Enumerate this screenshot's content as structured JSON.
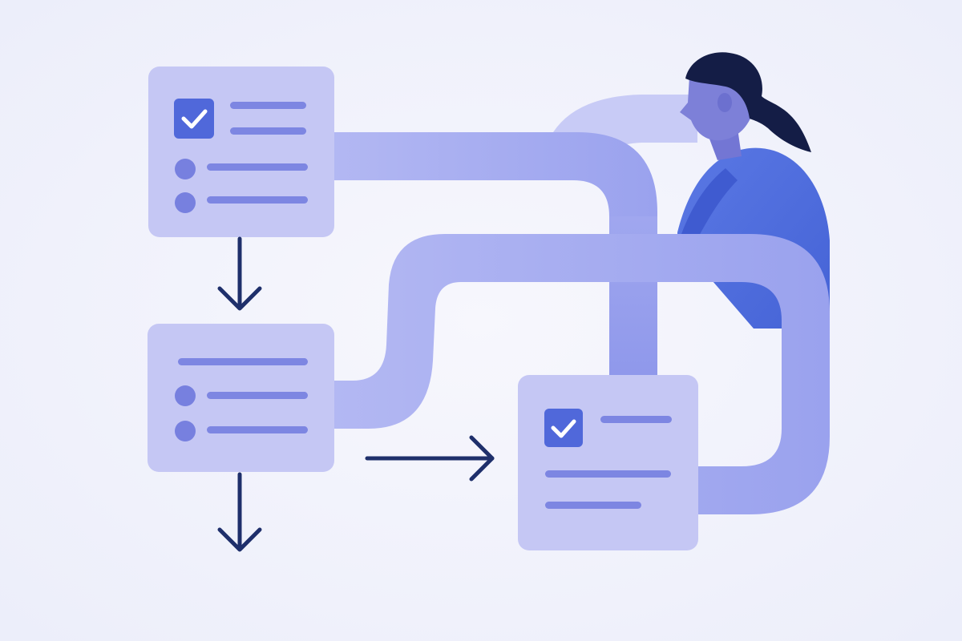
{
  "colors": {
    "background": "#f1f2fb",
    "card": "#c5c7f4",
    "line": "#7d86e2",
    "dot": "#7780df",
    "checkbox": "#5068da",
    "check": "#ffffff",
    "arrow": "#1e2f6b",
    "pipe": "#a3aaf0",
    "pipe_light": "#bdc2f5",
    "person_shirt": "#4f6fe0",
    "person_skin": "#7d80d8",
    "person_hair": "#141d46"
  },
  "icons": {
    "checkbox": "check-icon",
    "arrow": "arrow-icon"
  },
  "cards": [
    {
      "id": "card-top",
      "checkbox": true,
      "items": [
        "line",
        "line",
        "dot-line",
        "dot-line"
      ]
    },
    {
      "id": "card-middle",
      "checkbox": false,
      "items": [
        "line",
        "dot-line",
        "dot-line"
      ]
    },
    {
      "id": "card-result",
      "checkbox": true,
      "items": [
        "line",
        "line",
        "line"
      ]
    }
  ],
  "arrows": [
    {
      "from": "card-top",
      "to": "card-middle",
      "direction": "down"
    },
    {
      "from": "card-middle",
      "to": "off-page",
      "direction": "down"
    },
    {
      "from": "card-middle",
      "to": "card-result",
      "direction": "right"
    }
  ],
  "figure": {
    "type": "person",
    "description_hidden": true
  }
}
